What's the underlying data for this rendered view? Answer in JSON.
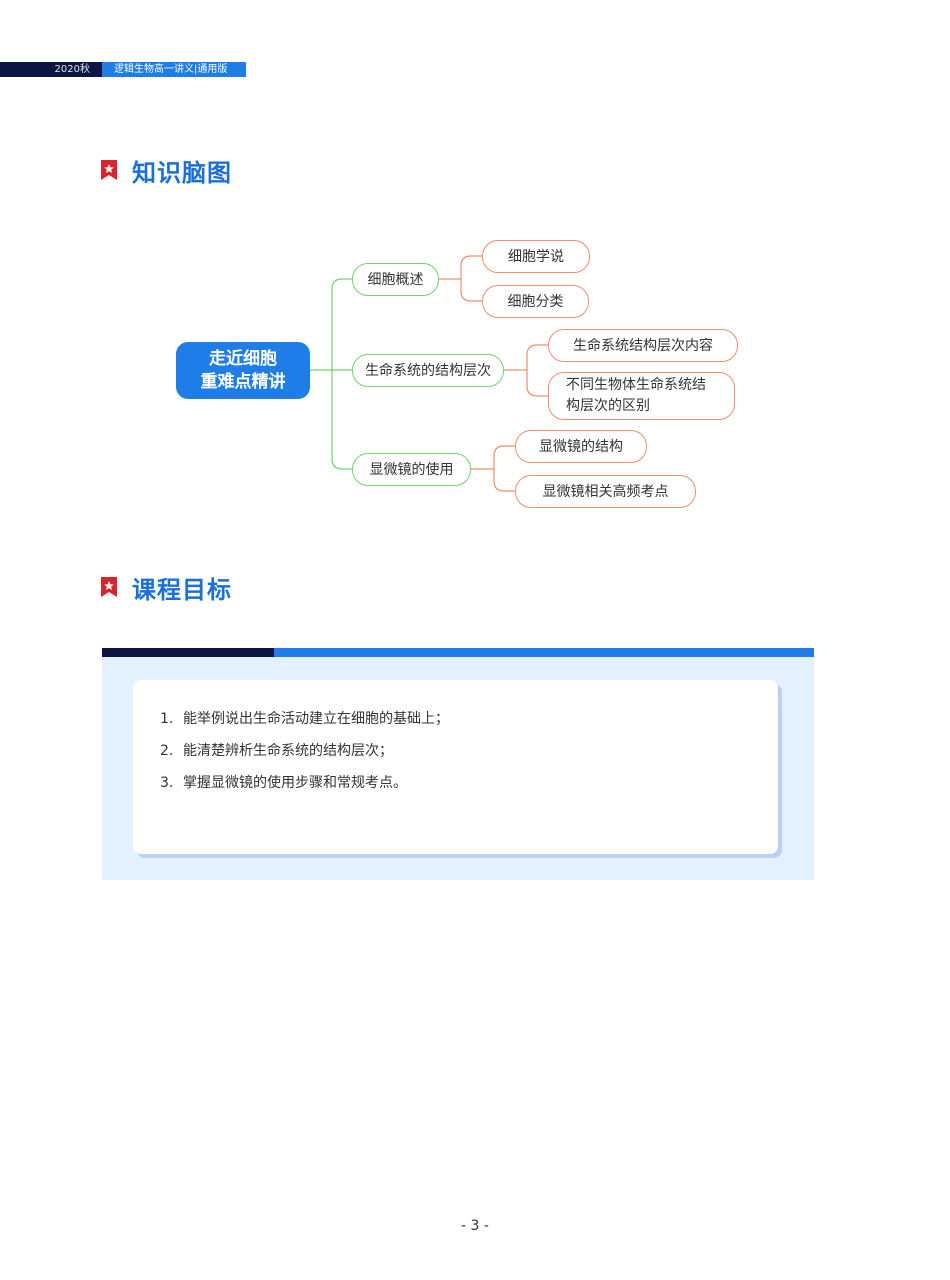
{
  "header": {
    "left": "2020秋",
    "right": "逻辑生物高一讲义|通用版"
  },
  "sections": {
    "mindmap_title": "知识脑图",
    "goals_title": "课程目标"
  },
  "mindmap": {
    "root": {
      "line1": "走近细胞",
      "line2": "重难点精讲"
    },
    "branches": [
      {
        "label": "细胞概述",
        "children": [
          "细胞学说",
          "细胞分类"
        ]
      },
      {
        "label": "生命系统的结构层次",
        "children": [
          "生命系统结构层次内容",
          "不同生物体生命系统结构层次的区别"
        ]
      },
      {
        "label": "显微镜的使用",
        "children": [
          "显微镜的结构",
          "显微镜相关高频考点"
        ]
      }
    ],
    "multi_line_child": {
      "line1": "不同生物体生命系统结",
      "line2": "构层次的区别"
    },
    "colors": {
      "root": "#1e7de6",
      "level1": "#6fd46a",
      "level2": "#ee8f6c"
    }
  },
  "goals": [
    {
      "num": "1.",
      "text": "能举例说出生命活动建立在细胞的基础上；"
    },
    {
      "num": "2.",
      "text": "能清楚辨析生命系统的结构层次；"
    },
    {
      "num": "3.",
      "text": "掌握显微镜的使用步骤和常规考点。"
    }
  ],
  "page_number": "- 3 -"
}
